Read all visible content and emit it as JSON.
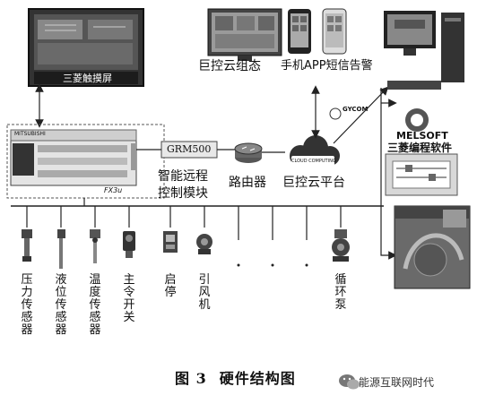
{
  "hmi": {
    "caption": "三菱触摸屏"
  },
  "plc": {
    "model_left": "MITSUBISHI",
    "model_right": "FX3u"
  },
  "cloud": {
    "badge": "CLOUD COMPUTING"
  },
  "labels": {
    "cloud_config": "巨控云组态",
    "mobile_app": "手机APP短信告警",
    "grm500_box": "GRM500",
    "grm500_l1": "智能远程",
    "grm500_l2": "控制模块",
    "router": "路由器",
    "cloud_platform": "巨控云平台",
    "gycom": "GYCOM",
    "melsoft_logo": "MELSOFT",
    "melsoft_label": "三菱编程软件"
  },
  "devices": [
    {
      "label": "压力传感器"
    },
    {
      "label": "液位传感器"
    },
    {
      "label": "温度传感器"
    },
    {
      "label": "主令开关"
    },
    {
      "label": "启停"
    },
    {
      "label": "引风机"
    },
    {
      "label": "循环泵"
    }
  ],
  "figure": {
    "number": "图 3",
    "title": "硬件结构图"
  },
  "watermark": "能源互联网时代",
  "icons": [
    "monitor-icon",
    "phone-icon",
    "cloud-icon",
    "router-icon",
    "desktop-pc-icon",
    "pressure-sensor-icon",
    "level-sensor-icon",
    "temperature-sensor-icon",
    "switch-icon",
    "contactor-icon",
    "fan-motor-icon",
    "pump-icon",
    "wechat-icon"
  ]
}
